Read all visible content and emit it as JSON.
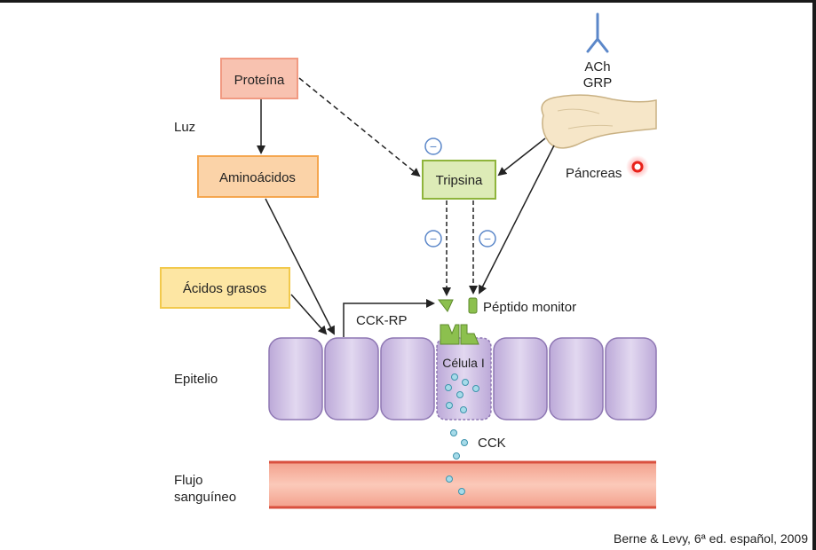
{
  "labels": {
    "proteina": "Proteína",
    "aminoacidos": "Aminoácidos",
    "acidos_grasos": "Ácidos grasos",
    "tripsina": "Tripsina",
    "luz": "Luz",
    "epitelio": "Epitelio",
    "flujo_line1": "Flujo",
    "flujo_line2": "sanguíneo",
    "ach": "ACh",
    "grp": "GRP",
    "pancreas": "Páncreas",
    "cck_rp": "CCK-RP",
    "peptido_monitor": "Péptido monitor",
    "celula_i": "Célula I",
    "cck": "CCK",
    "minus": "−"
  },
  "citation": "Berne  & Levy, 6ª ed. español, 2009",
  "colors": {
    "box_fill_pink": "#f8c2b0",
    "box_stroke_pink": "#f19a82",
    "box_fill_orange": "#fbd3a8",
    "box_stroke_orange": "#f5a64f",
    "box_fill_yellow": "#fde6a3",
    "box_stroke_yellow": "#f2c94c",
    "box_fill_green": "#ddebb7",
    "box_stroke_green": "#8fb43c",
    "cell_fill": "#cfc0e3",
    "cell_stroke": "#8e77b3",
    "blood_fill": "#f7b3a0",
    "blood_stroke": "#d9503f",
    "pancreas_fill": "#f6e6c8",
    "receptor_blue": "#5b87c9",
    "green_shape": "#8cc04e",
    "cck_dot": "#a6dbe9",
    "pointer_red": "#e8221a"
  }
}
